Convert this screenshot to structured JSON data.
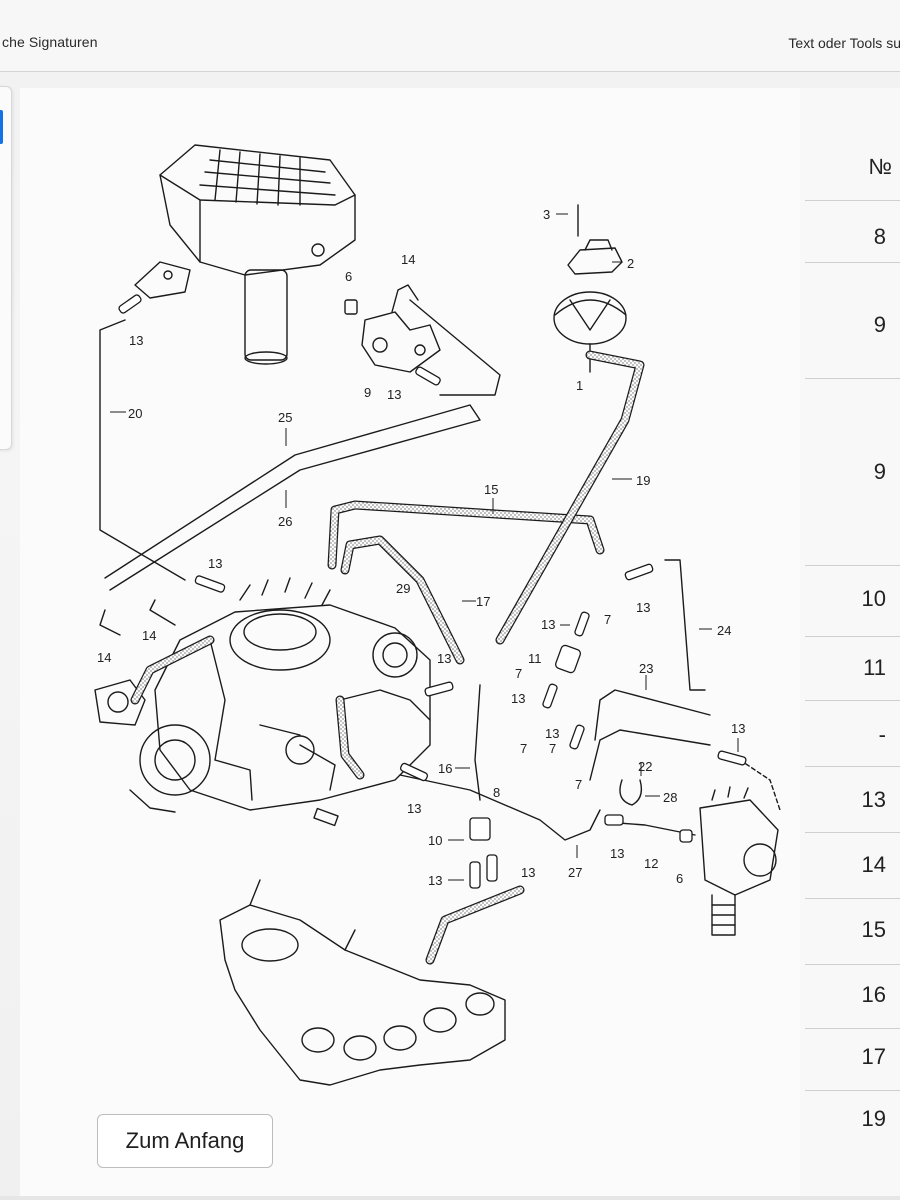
{
  "toolbar": {
    "left_text": "che Signaturen",
    "right_text": "Text oder Tools suc"
  },
  "column": {
    "header": "№",
    "values": [
      "8",
      "9",
      "9",
      "10",
      "11",
      "-",
      "13",
      "14",
      "15",
      "16",
      "17",
      "19"
    ]
  },
  "diagram": {
    "callouts": [
      "1",
      "2",
      "3",
      "6",
      "9",
      "13",
      "14",
      "20",
      "25",
      "26",
      "19",
      "15",
      "13",
      "29",
      "17",
      "14",
      "14",
      "7",
      "13",
      "24",
      "13",
      "11",
      "7",
      "23",
      "13",
      "13",
      "7",
      "13",
      "16",
      "8",
      "7",
      "22",
      "7",
      "28",
      "13",
      "10",
      "13",
      "13",
      "13",
      "27",
      "12",
      "6",
      "13",
      "13"
    ]
  },
  "button": {
    "label": "Zum Anfang"
  },
  "colors": {
    "accent": "#1473e6",
    "line": "#1b1b1b"
  }
}
